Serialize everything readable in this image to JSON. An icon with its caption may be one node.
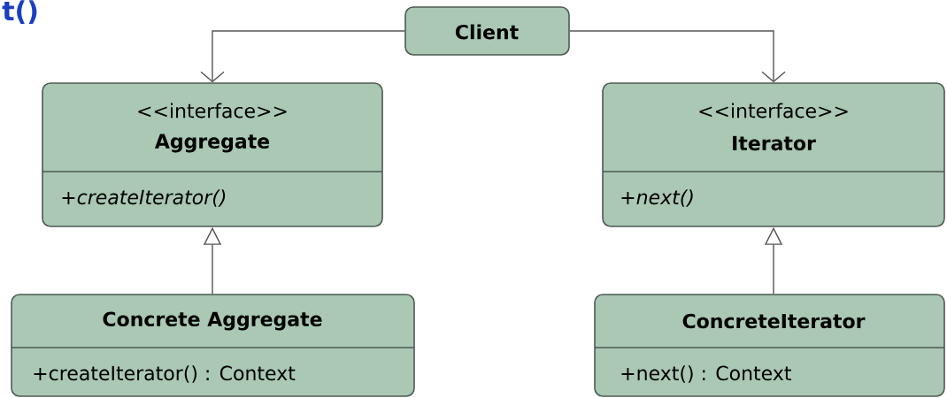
{
  "diagram": {
    "nodes": [
      {
        "text": [
          "Client"
        ]
      },
      {
        "text": [
          "<<interface>>",
          "Aggregate",
          "+createIterator()"
        ]
      },
      {
        "text": [
          "<<interface>>",
          "Iterator",
          "+next()"
        ]
      },
      {
        "text": [
          "Concrete Aggregate",
          "+createIterator() : Context"
        ]
      },
      {
        "text": [
          "ConcreteIterator",
          "+next() : Context"
        ]
      }
    ],
    "edges": [
      {
        "from": 0,
        "to": 1,
        "arrow": "to"
      },
      {
        "from": 0,
        "to": 2,
        "arrow": "to"
      },
      {
        "from": 3,
        "to": 1,
        "arrow": "to"
      },
      {
        "from": 4,
        "to": 2,
        "arrow": "to"
      }
    ],
    "labels": [
      "t()"
    ]
  }
}
